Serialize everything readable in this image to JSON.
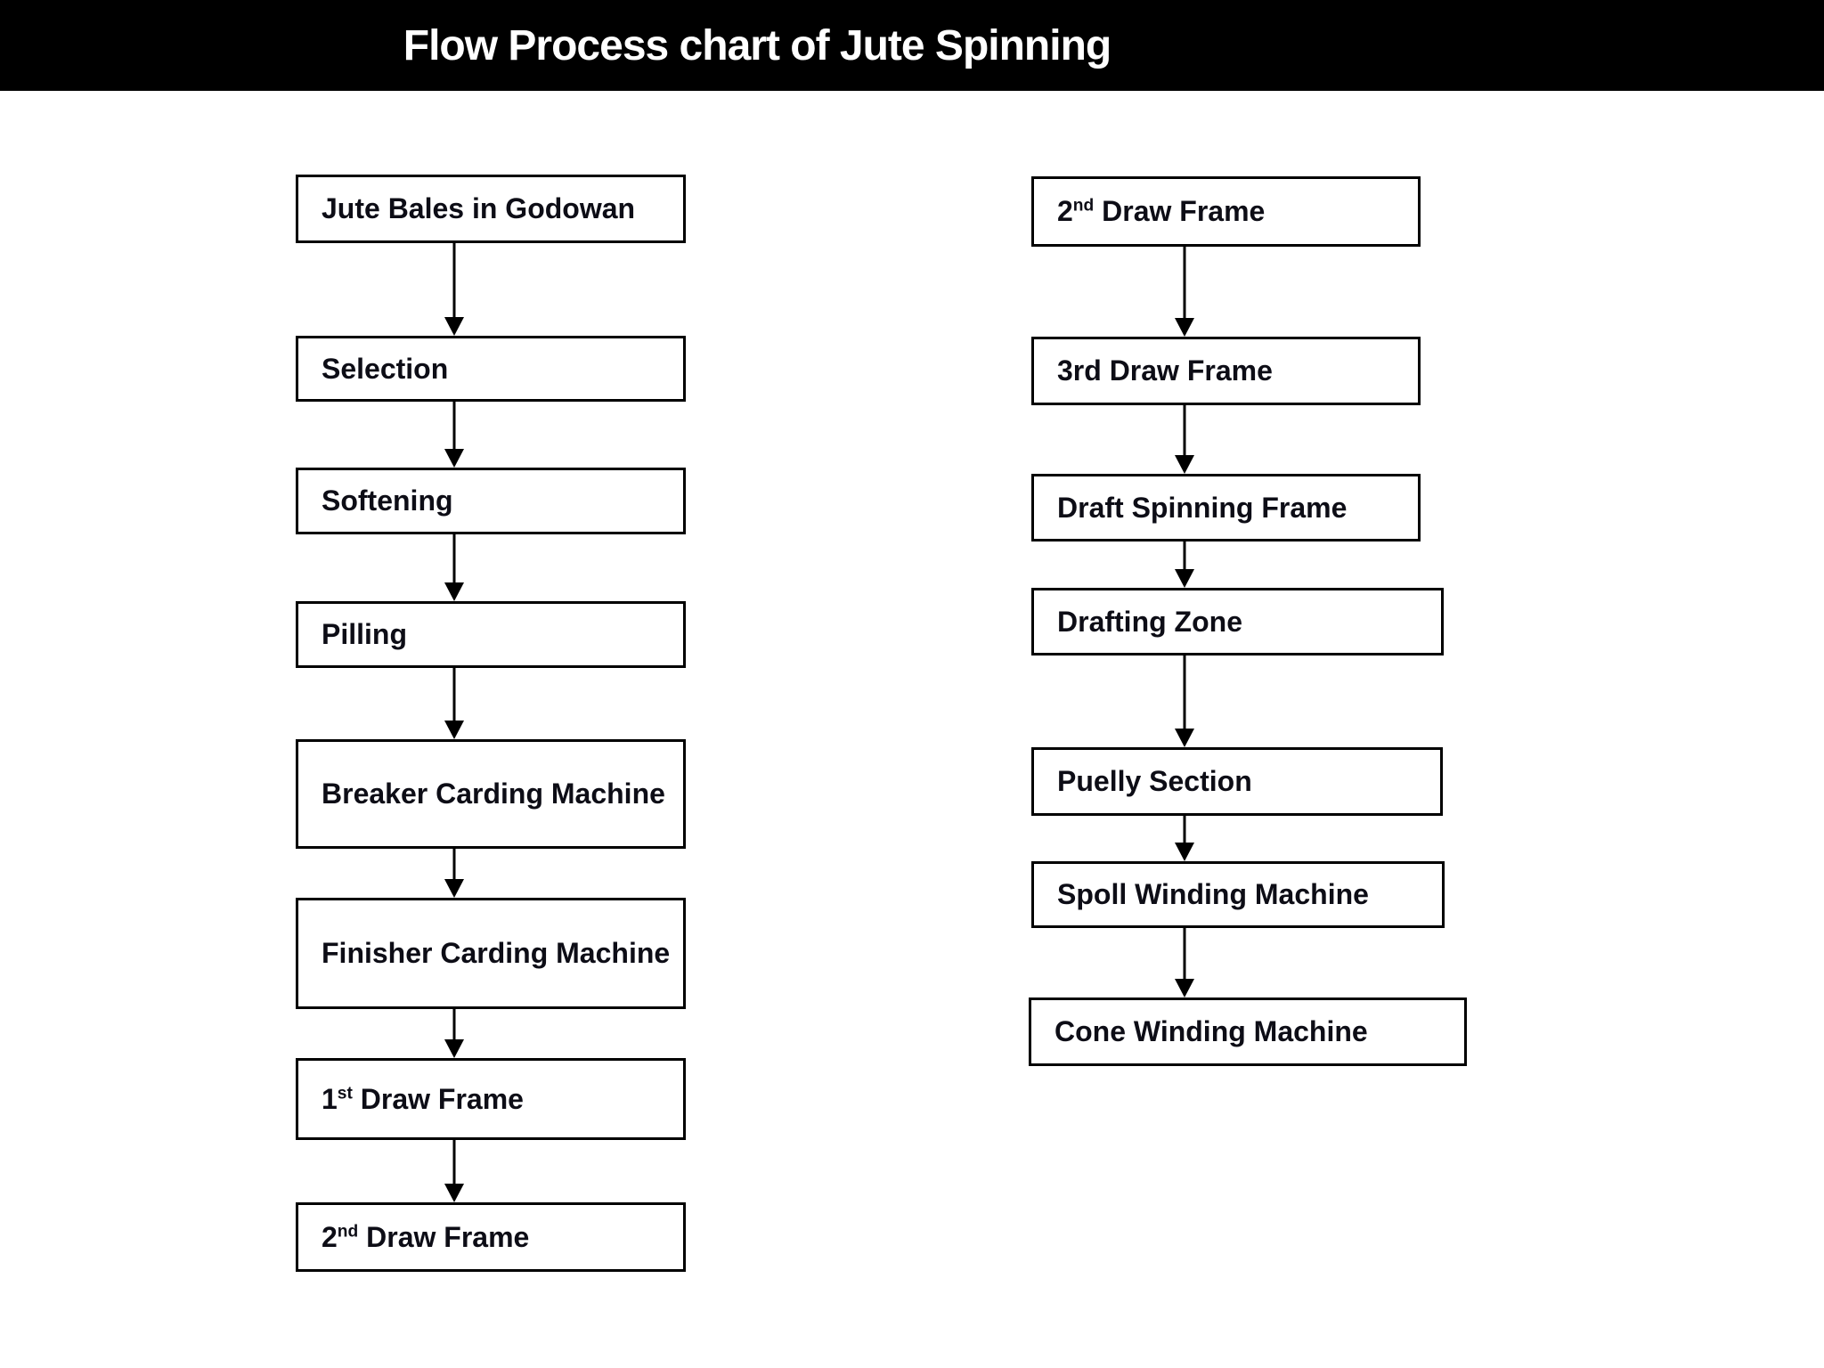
{
  "header": {
    "title": "Flow Process chart of Jute Spinning"
  },
  "colors": {
    "header_bg": "#000000",
    "title_text": "#ffffff",
    "box_border": "#000000",
    "box_text": "#0d0d16",
    "arrow": "#000000",
    "background": "#ffffff"
  },
  "diagram": {
    "left_column": {
      "boxes": [
        {
          "label": "Jute Bales in Godowan",
          "parts": [
            {
              "t": "Jute Bales in Godowan"
            }
          ]
        },
        {
          "label": "Selection",
          "parts": [
            {
              "t": "Selection"
            }
          ]
        },
        {
          "label": "Softening",
          "parts": [
            {
              "t": "Softening"
            }
          ]
        },
        {
          "label": "Pilling",
          "parts": [
            {
              "t": "Pilling"
            }
          ]
        },
        {
          "label": "Breaker Carding Machine",
          "parts": [
            {
              "t": "Breaker Carding Machine"
            }
          ]
        },
        {
          "label": "Finisher Carding Machine",
          "parts": [
            {
              "t": "Finisher Carding Machine"
            }
          ]
        },
        {
          "label": "1st Draw Frame",
          "parts": [
            {
              "t": "1"
            },
            {
              "t": "st",
              "sup": true
            },
            {
              "t": " Draw Frame"
            }
          ]
        },
        {
          "label": "2nd Draw Frame",
          "parts": [
            {
              "t": "2"
            },
            {
              "t": "nd",
              "sup": true
            },
            {
              "t": " Draw Frame"
            }
          ]
        }
      ]
    },
    "right_column": {
      "boxes": [
        {
          "label": "2nd Draw Frame",
          "parts": [
            {
              "t": "2"
            },
            {
              "t": "nd",
              "sup": true
            },
            {
              "t": " Draw Frame"
            }
          ]
        },
        {
          "label": "3rd Draw Frame",
          "parts": [
            {
              "t": "3rd Draw Frame"
            }
          ]
        },
        {
          "label": "Draft Spinning Frame",
          "parts": [
            {
              "t": "Draft Spinning Frame"
            }
          ]
        },
        {
          "label": "Drafting Zone",
          "parts": [
            {
              "t": "Drafting Zone"
            }
          ]
        },
        {
          "label": "Puelly Section",
          "parts": [
            {
              "t": "Puelly Section"
            }
          ]
        },
        {
          "label": "Spoll Winding Machine",
          "parts": [
            {
              "t": "Spoll Winding Machine"
            }
          ]
        },
        {
          "label": "Cone Winding Machine",
          "parts": [
            {
              "t": "Cone Winding Machine"
            }
          ]
        }
      ]
    }
  }
}
